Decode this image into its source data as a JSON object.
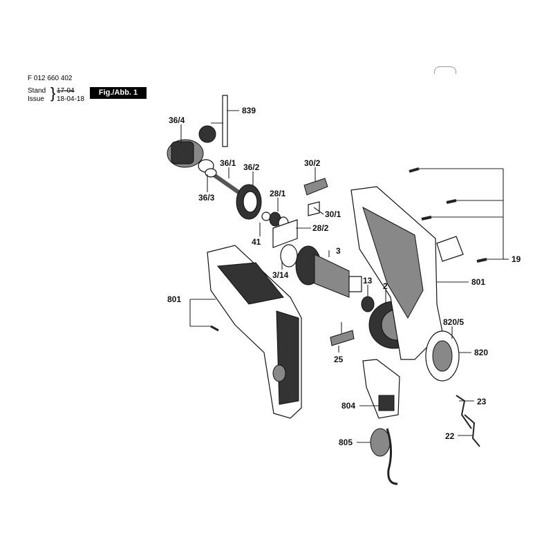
{
  "header": {
    "doc_number": "F 012 660 402",
    "stand_label": "Stand",
    "issue_label": "Issue",
    "stand_value": "17-04",
    "issue_value": "18-04-18",
    "figure_badge": "Fig./Abb. 1"
  },
  "callouts": {
    "c839": "839",
    "c36_4": "36/4",
    "c36_1": "36/1",
    "c36_2": "36/2",
    "c36_3": "36/3",
    "c30_2": "30/2",
    "c28_1": "28/1",
    "c30_1": "30/1",
    "c28_2": "28/2",
    "c41": "41",
    "c3": "3",
    "c3_14": "3/14",
    "c13": "13",
    "c2": "2",
    "c19": "19",
    "c801_right": "801",
    "c801_left": "801",
    "c820_5": "820/5",
    "c820": "820",
    "c25": "25",
    "c23": "23",
    "c804": "804",
    "c22": "22",
    "c805": "805"
  }
}
